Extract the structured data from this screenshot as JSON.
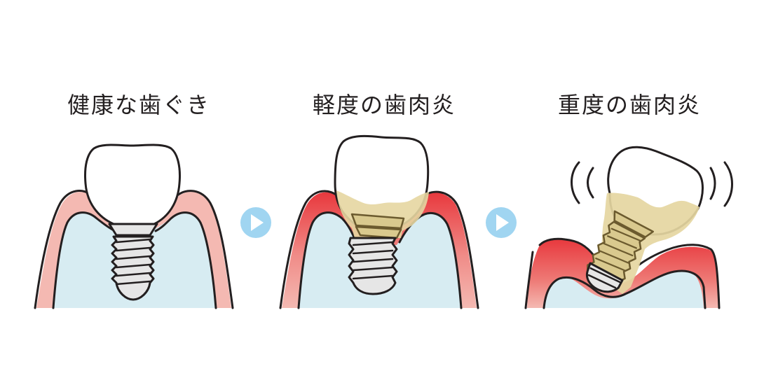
{
  "stages": [
    {
      "title": "健康な歯ぐき",
      "state": "healthy"
    },
    {
      "title": "軽度の歯肉炎",
      "state": "mild"
    },
    {
      "title": "重度の歯肉炎",
      "state": "severe"
    }
  ],
  "arrows": [
    {
      "icon": "play-arrow-icon"
    },
    {
      "icon": "play-arrow-icon"
    }
  ],
  "colors": {
    "outline": "#231f20",
    "bone": "#d7ecf2",
    "gum_healthy": "#f4b9b2",
    "gum_inflamed_top": "#e8383d",
    "gum_inflamed_bottom": "#f4b9b2",
    "plaque": "#e5d6a1",
    "implant": "#e6e6e6",
    "arrow": "#a0d5f1"
  }
}
